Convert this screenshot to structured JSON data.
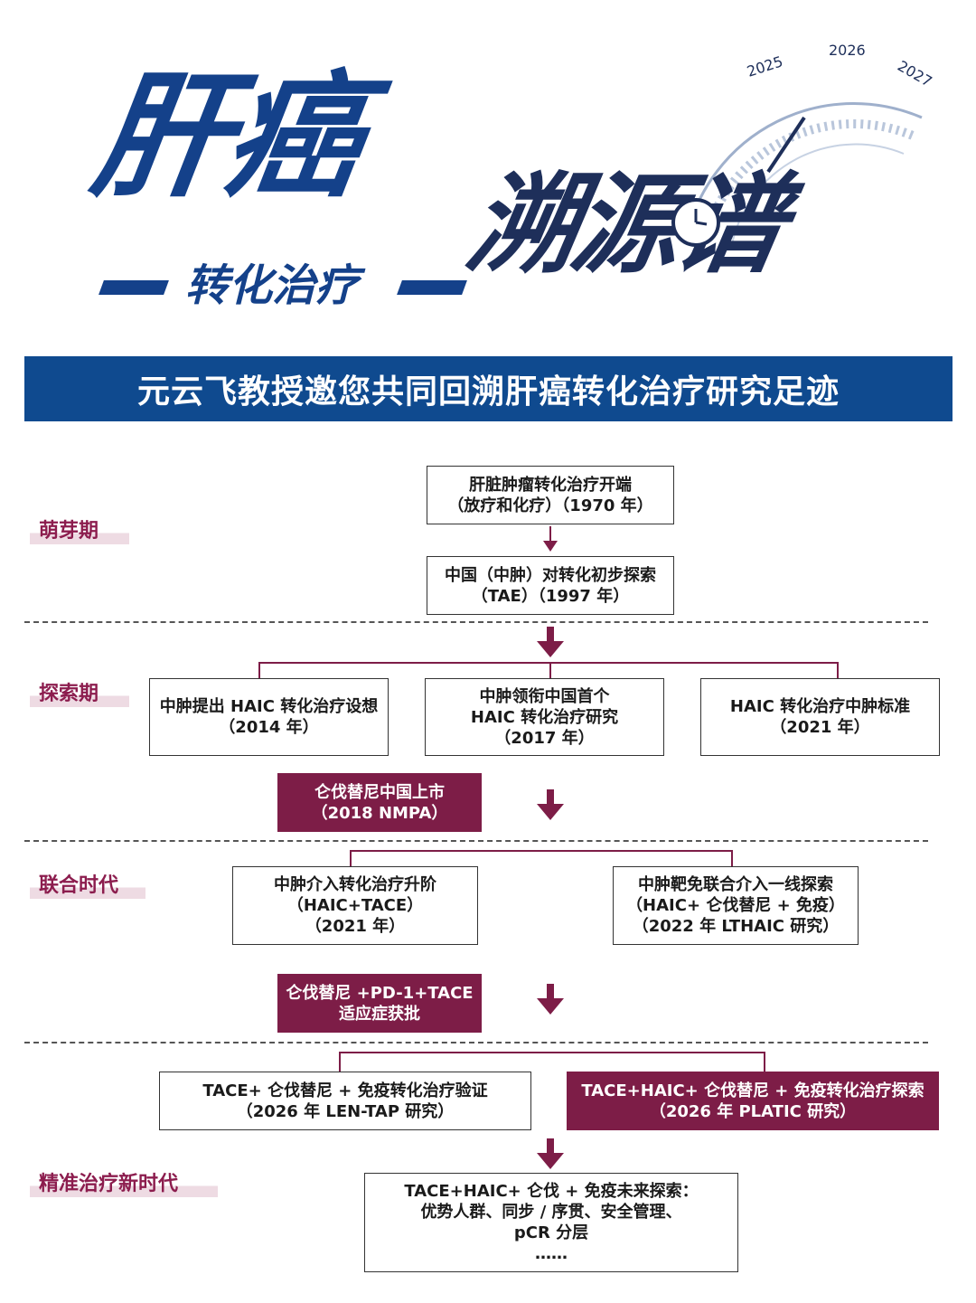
{
  "header": {
    "title_main": "肝癌",
    "title_right": "溯源谱",
    "subtitle": "转化治疗",
    "years": [
      "2025",
      "2026",
      "2027"
    ]
  },
  "banner": {
    "text": "元云飞教授邀您共同回溯肝癌转化治疗研究足迹"
  },
  "stages": {
    "s1": "萌芽期",
    "s2": "探索期",
    "s3": "联合时代",
    "s4": "精准治疗新时代"
  },
  "boxes": {
    "b1": [
      "肝脏肿瘤转化治疗开端",
      "（放疗和化疗）（1970 年）"
    ],
    "b2": [
      "中国（中肿）对转化初步探索",
      "（TAE）（1997 年）"
    ],
    "b3": [
      "中肿提出 HAIC 转化治疗设想",
      "（2014 年）"
    ],
    "b4": [
      "中肿领衔中国首个",
      "HAIC 转化治疗研究",
      "（2017 年）"
    ],
    "b5": [
      "HAIC 转化治疗中肿标准",
      "（2021 年）"
    ],
    "b6": [
      "仑伐替尼中国上市",
      "（2018 NMPA）"
    ],
    "b7": [
      "中肿介入转化治疗升阶",
      "（HAIC+TACE）",
      "（2021 年）"
    ],
    "b8": [
      "中肿靶免联合介入一线探索",
      "（HAIC+ 仑伐替尼 + 免疫）",
      "（2022 年 LTHAIC 研究）"
    ],
    "b9": [
      "仑伐替尼 +PD-1+TACE",
      "适应症获批"
    ],
    "b10": [
      "TACE+ 仑伐替尼 + 免疫转化治疗验证",
      "（2026 年 LEN-TAP 研究）"
    ],
    "b11": [
      "TACE+HAIC+ 仑伐替尼 + 免疫转化治疗探索",
      "（2026 年 PLATIC 研究）"
    ],
    "b12": [
      "TACE+HAIC+ 仑伐 + 免疫未来探索：",
      "优势人群、同步 / 序贯、安全管理、",
      "pCR 分层",
      "……"
    ]
  },
  "colors": {
    "blue": "#0f4a8f",
    "maroon": "#7d1d47",
    "stage_text": "#8c1d4e"
  },
  "icons": {
    "arrow": "arrow-down-icon",
    "clock": "clock-icon",
    "dial": "speedometer-dial-icon"
  }
}
